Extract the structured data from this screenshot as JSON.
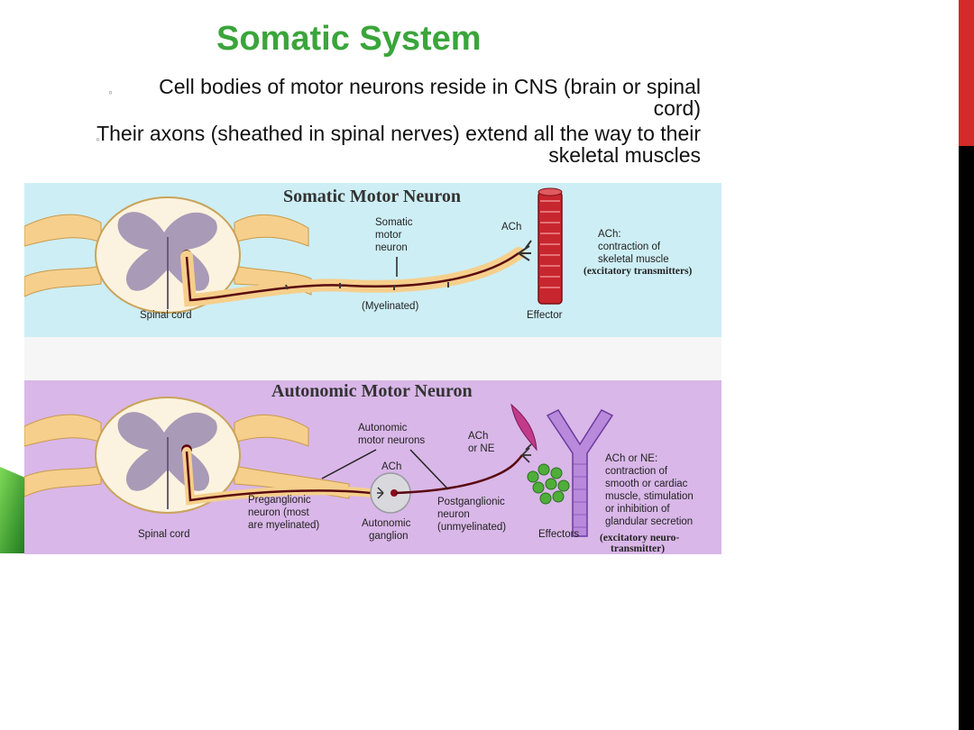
{
  "slide": {
    "title": "Somatic System",
    "bullets": [
      "Cell bodies of motor neurons reside in CNS (brain or spinal cord)",
      "Their axons (sheathed in spinal nerves) extend all the way to their skeletal muscles"
    ]
  },
  "colors": {
    "title_green": "#3aa53a",
    "somatic_panel": "#cdeef5",
    "autonomic_panel": "#d9b7e8",
    "accent_red": "#d42a2a"
  },
  "figure": {
    "somatic": {
      "title": "Somatic Motor Neuron",
      "spinal_cord": "Spinal cord",
      "neuron_line1": "Somatic",
      "neuron_line2": "motor",
      "neuron_line3": "neuron",
      "myelinated": "(Myelinated)",
      "ach": "ACh",
      "effector": "Effector",
      "effect_line1": "ACh:",
      "effect_line2": "contraction of",
      "effect_line3": "skeletal muscle",
      "effect_line4": "(excitatory transmitters)"
    },
    "autonomic": {
      "title": "Autonomic Motor Neuron",
      "spinal_cord": "Spinal cord",
      "motor_line1": "Autonomic",
      "motor_line2": "motor neurons",
      "ach": "ACh",
      "ach_ne_line1": "ACh",
      "ach_ne_line2": "or NE",
      "pre_line1": "Preganglionic",
      "pre_line2": "neuron (most",
      "pre_line3": "are myelinated)",
      "ganglion_line1": "Autonomic",
      "ganglion_line2": "ganglion",
      "post_line1": "Postganglionic",
      "post_line2": "neuron",
      "post_line3": "(unmyelinated)",
      "effectors": "Effectors",
      "effect_line1": "ACh or NE:",
      "effect_line2": "contraction of",
      "effect_line3": "smooth or cardiac",
      "effect_line4": "muscle, stimulation",
      "effect_line5": "or inhibition of",
      "effect_line6": "glandular secretion",
      "effect_line7": "(excitatory neuro-",
      "effect_line8": "transmitter)"
    }
  }
}
